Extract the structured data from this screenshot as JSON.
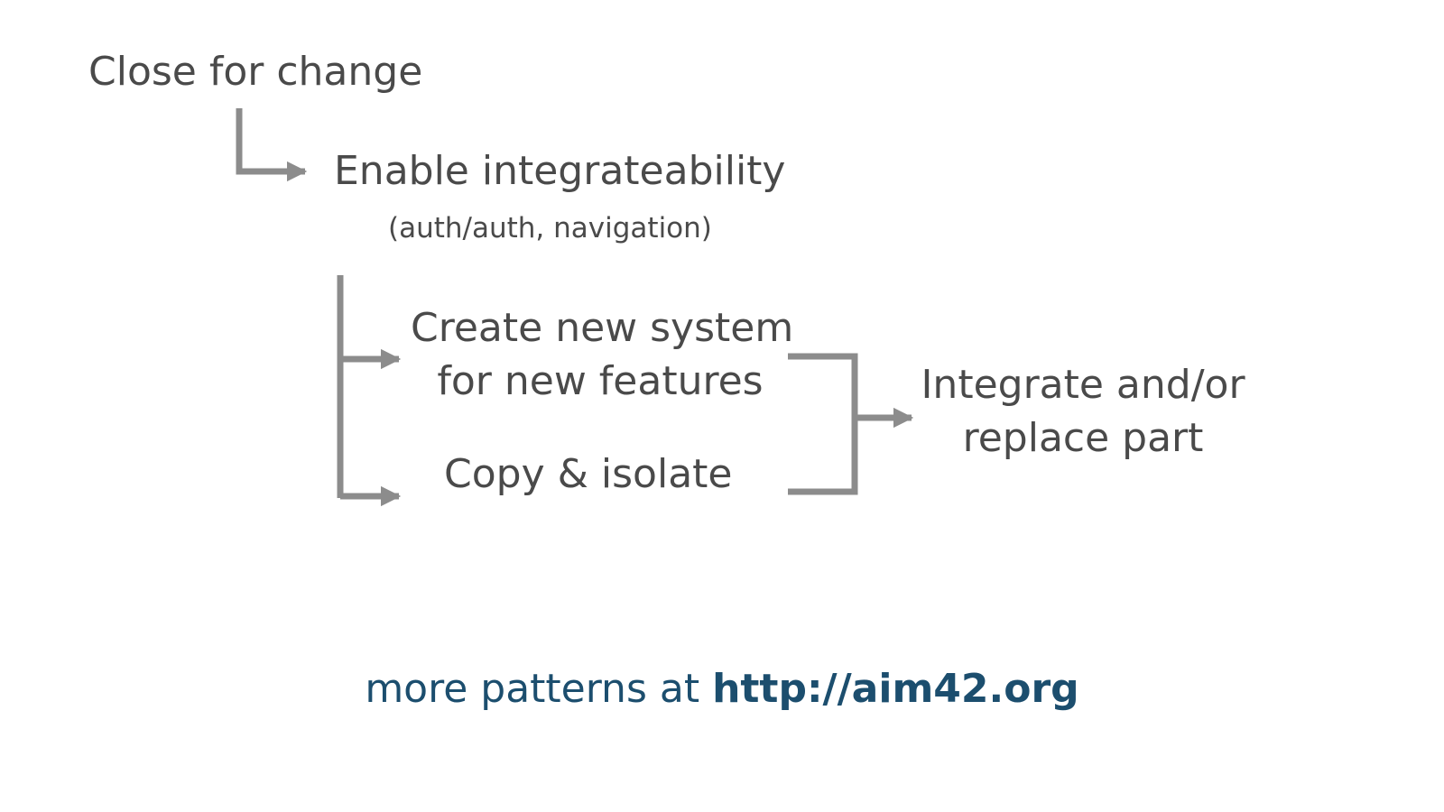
{
  "diagram": {
    "steps": {
      "close_for_change": "Close for change",
      "enable_integrateability": "Enable integrateability",
      "enable_integrateability_detail": "(auth/auth, navigation)",
      "create_new_system_line1": "Create new system",
      "create_new_system_line2": "for new features",
      "copy_and_isolate": "Copy & isolate",
      "integrate_line1": "Integrate and/or",
      "integrate_line2": "replace part"
    },
    "connector_color": "#8c8c8c",
    "text_color": "#4a4a4a"
  },
  "footer": {
    "prefix": "more patterns at ",
    "link": "http://aim42.org",
    "color": "#1c4e6e"
  }
}
